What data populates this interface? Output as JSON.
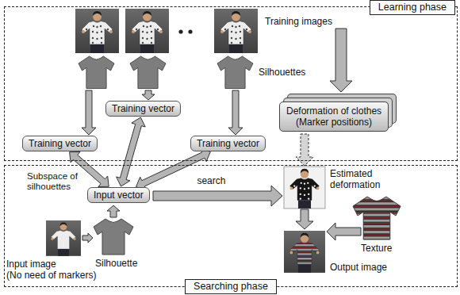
{
  "diagram": {
    "nodes": [
      {
        "text": [
          "Learning phase"
        ]
      },
      {
        "text": [
          "Deformation of clothes",
          "(Marker positions)"
        ],
        "in": 0
      },
      {
        "text": [
          "Subspace of silhouettes"
        ]
      },
      {
        "text": [
          "Training vector"
        ],
        "in": 2
      },
      {
        "text": [
          "Training vector"
        ],
        "in": 2
      },
      {
        "text": [
          "Training vector"
        ],
        "in": 2
      },
      {
        "text": [
          "Input vector"
        ],
        "in": 2
      },
      {
        "text": [
          "Searching phase"
        ]
      }
    ],
    "edges": [
      {
        "from": 6,
        "to": 3,
        "arrow": "both"
      },
      {
        "from": 6,
        "to": 4,
        "arrow": "both"
      },
      {
        "from": 6,
        "to": 5,
        "arrow": "both",
        "label": "search"
      }
    ],
    "labels": [
      "Training images",
      "Silhouettes",
      "Estimated deformation",
      "Texture",
      "Input image",
      "(No need of markers)",
      "Silhouette",
      "Output image"
    ]
  }
}
